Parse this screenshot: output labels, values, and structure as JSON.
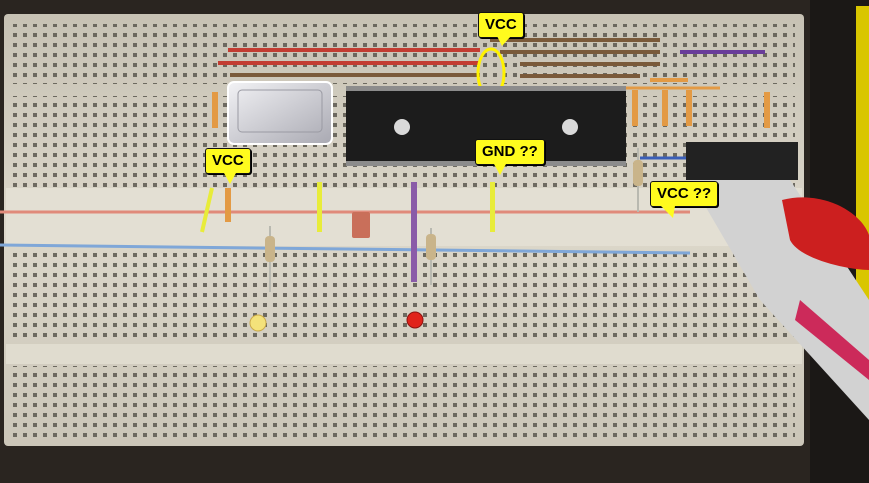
{
  "annotations": {
    "vcc_top": "VCC",
    "vcc_left": "VCC",
    "gnd": "GND ??",
    "vcc_right": "VCC ??"
  },
  "colors": {
    "board": "#d8d3c6",
    "callout": "#fffb1e",
    "highlight_ellipse": "#fff200",
    "red_rail": "#d43b2a",
    "blue_rail": "#4a77c2",
    "chip": "#1c1c1c",
    "crystal": "#c9c9cf",
    "ribbon_cable": "#cfcfcf",
    "ribbon_red_stripe": "#cc1f1f"
  },
  "icons": [
    "breadboard-photo",
    "microcontroller-chip",
    "crystal-oscillator",
    "ribbon-cable",
    "yellow-led",
    "red-led",
    "resistor",
    "highlight-ellipse"
  ]
}
